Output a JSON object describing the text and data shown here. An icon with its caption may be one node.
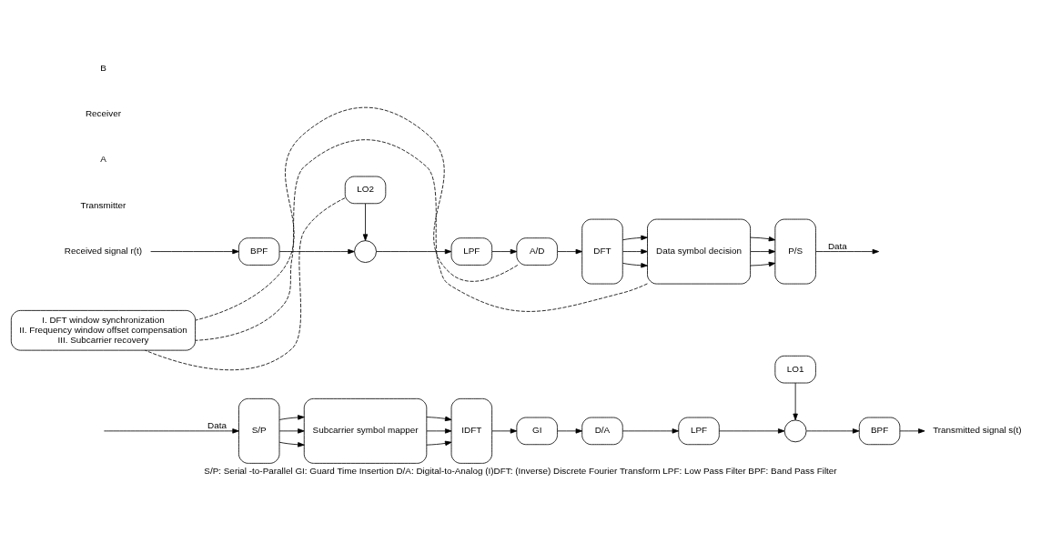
{
  "diagram": {
    "caption": "S/P: Serial -to-Parallel GI: Guard Time Insertion D/A: Digital-to-Analog (I)DFT: (Inverse) Discrete Fourier Transform LPF: Low Pass Filter BPF: Band Pass Filter",
    "nodes": [
      {
        "text": [
          "S/P"
        ]
      },
      {
        "text": [
          "Subcarrier symbol mapper"
        ]
      },
      {
        "text": [
          "IDFT"
        ]
      },
      {
        "text": [
          "GI"
        ]
      },
      {
        "text": [
          "D/A"
        ]
      },
      {
        "text": [
          "LPF"
        ]
      },
      {
        "text": [],
        "shape": "circle"
      },
      {
        "text": [
          "LO1"
        ]
      },
      {
        "text": [
          "BPF"
        ]
      },
      {
        "text": [
          "Transmitted signal s(t)"
        ]
      },
      {
        "text": [
          "Received signal r(t)"
        ]
      },
      {
        "text": [
          "BPF"
        ]
      },
      {
        "text": [],
        "shape": "circle"
      },
      {
        "text": [
          "LPF"
        ]
      },
      {
        "text": [
          "A/D"
        ]
      },
      {
        "text": [
          "DFT"
        ]
      },
      {
        "text": [
          "Data symbol decision"
        ]
      },
      {
        "text": [
          "P/S"
        ]
      },
      {
        "text": [
          "LO2"
        ]
      },
      {
        "text": [
          "I. DFT window synchronization",
          "II. Frequency window offset compensation",
          "III. Subcarrier recovery"
        ]
      }
    ],
    "edges": [
      {
        "from": null,
        "to": 0,
        "arrow": "to",
        "label": "Data"
      },
      {
        "from": 0,
        "to": 1,
        "arrow": "to"
      },
      {
        "from": 0,
        "to": 1,
        "arrow": "to"
      },
      {
        "from": 0,
        "to": 1,
        "arrow": "to"
      },
      {
        "from": 1,
        "to": 2,
        "arrow": "to"
      },
      {
        "from": 1,
        "to": 2,
        "arrow": "to"
      },
      {
        "from": 1,
        "to": 2,
        "arrow": "to"
      },
      {
        "from": 2,
        "to": 3,
        "arrow": "to"
      },
      {
        "from": 3,
        "to": 4,
        "arrow": "to"
      },
      {
        "from": 4,
        "to": 5,
        "arrow": "to"
      },
      {
        "from": 5,
        "to": 6,
        "arrow": "to"
      },
      {
        "from": 7,
        "to": 6,
        "arrow": "to"
      },
      {
        "from": 6,
        "to": 8,
        "arrow": "to"
      },
      {
        "from": 8,
        "to": 9,
        "arrow": "to"
      },
      {
        "from": 10,
        "to": 11,
        "arrow": "to"
      },
      {
        "from": 11,
        "to": 12,
        "arrow": "to"
      },
      {
        "from": 18,
        "to": 12,
        "arrow": "to"
      },
      {
        "from": 12,
        "to": 13,
        "arrow": "to"
      },
      {
        "from": 13,
        "to": 14,
        "arrow": "to"
      },
      {
        "from": 14,
        "to": 15,
        "arrow": "to"
      },
      {
        "from": 15,
        "to": 16,
        "arrow": "to"
      },
      {
        "from": 15,
        "to": 16,
        "arrow": "to"
      },
      {
        "from": 15,
        "to": 16,
        "arrow": "to"
      },
      {
        "from": 16,
        "to": 17,
        "arrow": "to"
      },
      {
        "from": 16,
        "to": 17,
        "arrow": "to"
      },
      {
        "from": 16,
        "to": 17,
        "arrow": "to"
      },
      {
        "from": 17,
        "to": null,
        "arrow": "to",
        "label": "Data"
      },
      {
        "from": 14,
        "to": 19,
        "arrow": "none",
        "style": "dashed"
      },
      {
        "from": 18,
        "to": 19,
        "arrow": "none",
        "style": "dashed"
      },
      {
        "from": 16,
        "to": 19,
        "arrow": "none",
        "style": "dashed"
      }
    ],
    "labels": [
      "Transmitter",
      "A",
      "Receiver",
      "B"
    ]
  }
}
